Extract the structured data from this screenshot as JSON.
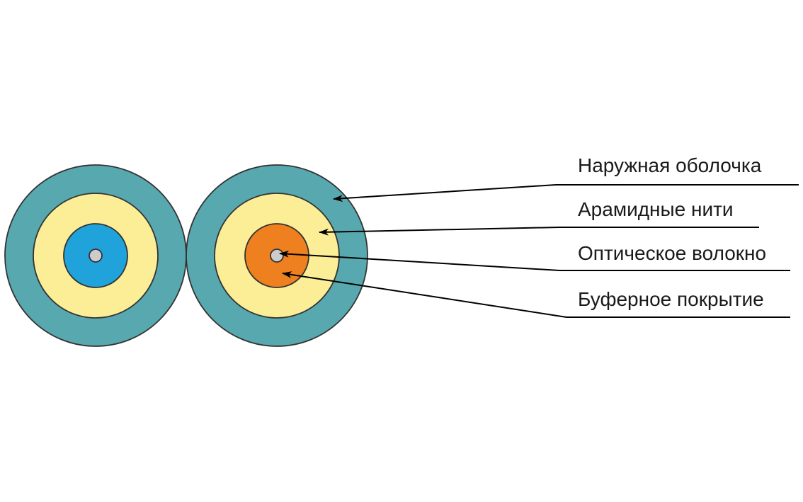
{
  "labels": {
    "outer_jacket": "Наружная оболочка",
    "aramid_yarn": "Арамидные нити",
    "optical_fiber": "Оптическое волокно",
    "buffer_coating": "Буферное покрытие"
  },
  "colors": {
    "outer_jacket": "#58A8B0",
    "aramid_yarn": "#FBEE96",
    "buffer_left": "#20A3DA",
    "buffer_right": "#EE8020",
    "fiber_core": "#CCCCCC",
    "outline": "#333333",
    "callout_line": "#000000"
  }
}
